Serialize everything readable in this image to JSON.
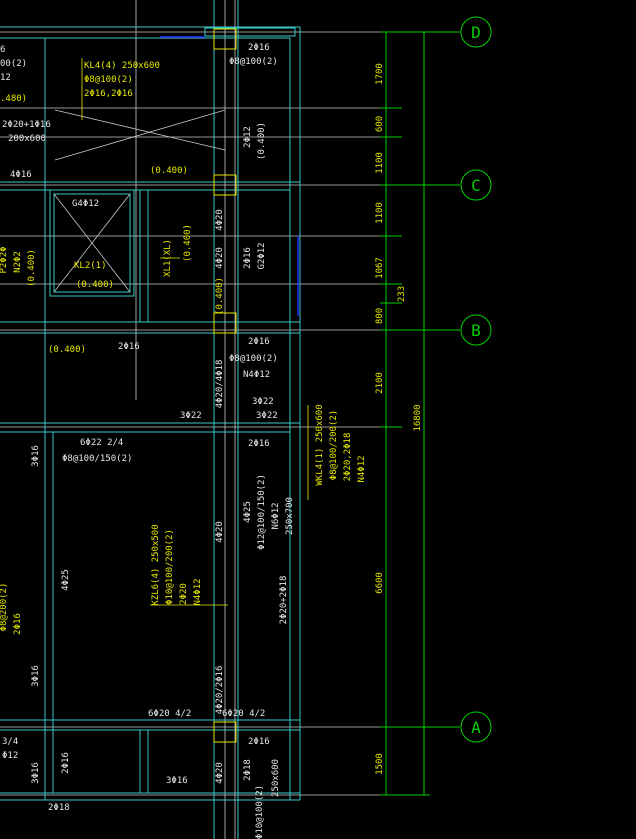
{
  "colors": {
    "background": "#000000",
    "beam_line": "#3cc8c8",
    "grid_line": "#c8c8c8",
    "axis_green": "#00d000",
    "annot_yellow": "#e6e600",
    "annot_white": "#e6e6e6",
    "column_yellow": "#e6e600",
    "blue_accent": "#2030ff"
  },
  "axes": [
    {
      "label": "D",
      "key": "axis-d"
    },
    {
      "label": "C",
      "key": "axis-c"
    },
    {
      "label": "B",
      "key": "axis-b"
    },
    {
      "label": "A",
      "key": "axis-a"
    }
  ],
  "dims": {
    "d1": "1700",
    "d2": "600",
    "d3": "1100",
    "d4": "1100",
    "d5": "1067",
    "d6": "233",
    "d7": "800",
    "d8": "2100",
    "d9": "6600",
    "d10": "1500",
    "total": "16800"
  },
  "notes": {
    "kl4_1": "KL4(4) 250x600",
    "kl4_2": "Φ8@100(2)",
    "kl4_3": "2Φ16,2Φ16",
    "top_l1": "6",
    "top_l2": "00(2)",
    "top_l3": "12",
    "top_l4": ".480)",
    "top_l5": "2Φ20+1Φ16",
    "top_l6": "200x600",
    "top_r1": "2Φ16",
    "top_r2": "Φ8@100(2)",
    "d_2p12": "2Φ12",
    "d_0400a": "(0.400)",
    "c_4p16": "4Φ16",
    "c_0400": "(0.400)",
    "g4": "G4Φ12",
    "xl1": "XL1(XL)",
    "xl1_h": "(0.400)",
    "kl2": "KL2(1)",
    "kl2_h": "(0.400)",
    "left_a": "P2Φ2Φ",
    "left_b": "N2Φ2",
    "left_c": "(0.400)",
    "c_4p20a": "4Φ20",
    "c_4p20b": "4Φ20",
    "c_2p16": "2Φ16",
    "c_g2": "G2Φ12",
    "b_0400": "(0.400)",
    "b_0400l": "(0.400)",
    "b_2p16": "2Φ16",
    "b_2p16r": "2Φ16",
    "b_p8": "Φ8@100(2)",
    "b_n4": "N4Φ12",
    "b_4p20": "4Φ20/4Φ18",
    "b_3p22a": "3Φ22",
    "b_3p22b": "3Φ22",
    "b_3p22c": "3Φ22",
    "m_6p22": "6Φ22 2/4",
    "m_p8": "Φ8@100/150(2)",
    "m_2p16": "2Φ16",
    "wkl_1": "WKL4(1) 250x600",
    "wkl_2": "Φ8@100/200(2)",
    "wkl_3": "2Φ20,2Φ18",
    "wkl_4": "N4Φ12",
    "m_3p16a": "3Φ16",
    "m_4p25a": "4Φ25",
    "m_4p25b": "4Φ25",
    "m_p12": "Φ12@100/150(2)",
    "m_n6": "N6Φ12",
    "m_250": "250x700",
    "m_4p20": "4Φ20",
    "kzl_1": "KZL6(4) 250x500",
    "kzl_2": "Φ10@100/200(2)",
    "kzl_3": "2Φ20",
    "kzl_4": "N4Φ12",
    "m_2p20": "2Φ20+2Φ18",
    "l_p8": "Φ8@200(2)",
    "l_2p16": "2Φ16",
    "m_3p16b": "3Φ16",
    "a_6p20a": "6Φ20 4/2",
    "a_4p20": "4Φ20/2Φ16",
    "a_6p20b": "6Φ20 4/2",
    "a_2p16": "2Φ16",
    "a_34": "3/4",
    "a_12": "Φ12",
    "a_3p16a": "3Φ16",
    "a_2p16b": "2Φ16",
    "a_4p20v": "4Φ20",
    "a_2p18": "2Φ18",
    "a_250": "250x600",
    "a_p10": "Φ10@100(2)",
    "a_3p16b": "3Φ16",
    "a_2p18b": "2Φ18"
  }
}
